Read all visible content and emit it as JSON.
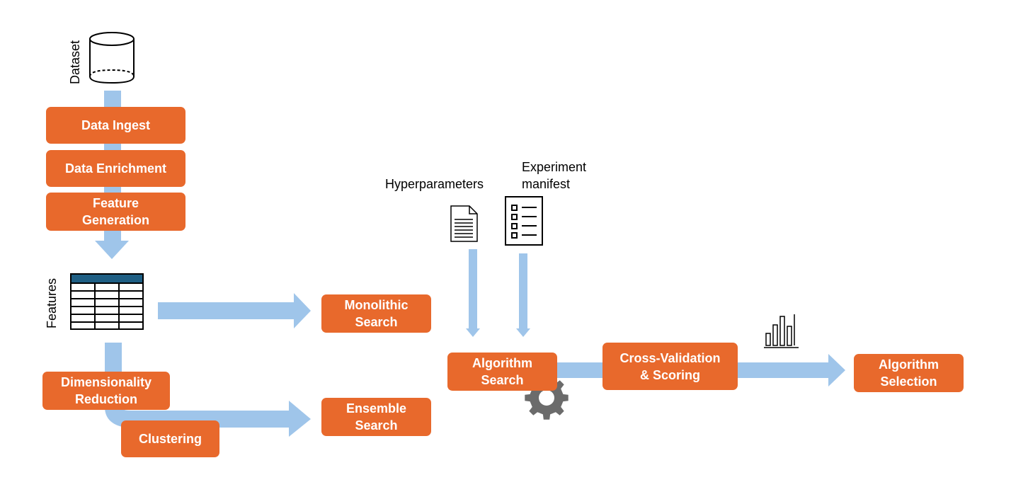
{
  "colors": {
    "process_box": "#e8692c",
    "arrow": "#9fc5ea",
    "table_header": "#1f5f84",
    "gear": "#6b6b6b"
  },
  "labels": {
    "dataset": "Dataset",
    "features": "Features",
    "hyperparameters": "Hyperparameters",
    "experiment_manifest": "Experiment\nmanifest"
  },
  "boxes": {
    "data_ingest": "Data Ingest",
    "data_enrichment": "Data Enrichment",
    "feature_generation": "Feature\nGeneration",
    "dimensionality_reduction": "Dimensionality\nReduction",
    "clustering": "Clustering",
    "monolithic_search": "Monolithic\nSearch",
    "ensemble_search": "Ensemble\nSearch",
    "algorithm_search": "Algorithm\nSearch",
    "cross_validation": "Cross-Validation\n& Scoring",
    "algorithm_selection": "Algorithm\nSelection"
  },
  "icons": {
    "dataset": "database-cylinder-icon",
    "features": "table-icon",
    "hyperparameters": "document-icon",
    "manifest": "checklist-icon",
    "chart": "bar-chart-icon",
    "gear": "gear-icon"
  }
}
